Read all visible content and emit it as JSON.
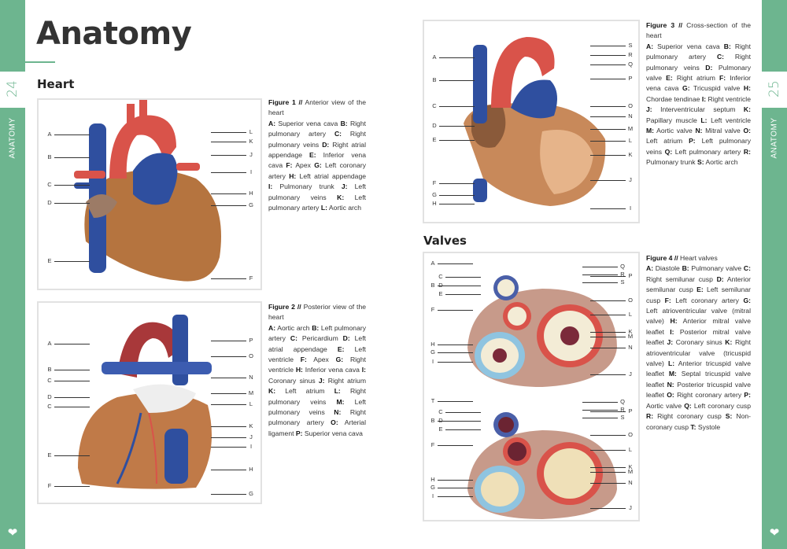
{
  "page_left": {
    "number": "24",
    "section_tab": "ANATOMY",
    "title": "Anatomy",
    "heading": "Heart"
  },
  "page_right": {
    "number": "25",
    "section_tab": "ANATOMY",
    "heading": "Valves"
  },
  "colors": {
    "accent": "#6db58f",
    "artery": "#d9534a",
    "vein": "#2f4f9f",
    "muscle": "#b5743f"
  },
  "icons": {
    "tab_bottom": "heart-icon"
  },
  "figures": [
    {
      "id": "fig1",
      "title": "Figure 1 //",
      "subtitle": "Anterior view of the heart",
      "items": [
        [
          "A:",
          "Superior vena cava"
        ],
        [
          "B:",
          "Right pulmonary artery"
        ],
        [
          "C:",
          "Right pulmonary veins"
        ],
        [
          "D:",
          "Right atrial appendage"
        ],
        [
          "E:",
          "Inferior vena cava"
        ],
        [
          "F:",
          "Apex"
        ],
        [
          "G:",
          "Left coronary artery"
        ],
        [
          "H:",
          "Left atrial appendage"
        ],
        [
          "I:",
          "Pulmonary trunk"
        ],
        [
          "J:",
          "Left pulmonary veins"
        ],
        [
          "K:",
          "Left pulmonary artery"
        ],
        [
          "L:",
          "Aortic arch"
        ]
      ],
      "labels_left": [
        "A",
        "B",
        "C",
        "D",
        "E"
      ],
      "labels_right": [
        "L",
        "K",
        "J",
        "I",
        "H",
        "G",
        "F"
      ]
    },
    {
      "id": "fig2",
      "title": "Figure 2 //",
      "subtitle": "Posterior view of the heart",
      "items": [
        [
          "A:",
          "Aortic arch"
        ],
        [
          "B:",
          "Left pulmonary artery"
        ],
        [
          "C:",
          "Pericardium"
        ],
        [
          "D:",
          "Left atrial appendage"
        ],
        [
          "E:",
          "Left ventricle"
        ],
        [
          "F:",
          "Apex"
        ],
        [
          "G:",
          "Right ventricle"
        ],
        [
          "H:",
          "Inferior vena cava"
        ],
        [
          "I:",
          "Coronary sinus"
        ],
        [
          "J:",
          "Right atrium"
        ],
        [
          "K:",
          "Left atrium"
        ],
        [
          "L:",
          "Right pulmonary veins"
        ],
        [
          "M:",
          "Left pulmonary veins"
        ],
        [
          "N:",
          "Right pulmonary artery"
        ],
        [
          "O:",
          "Arterial ligament"
        ],
        [
          "P:",
          "Superior vena cava"
        ]
      ],
      "labels_left": [
        "A",
        "B",
        "C",
        "D",
        "C",
        "E",
        "F"
      ],
      "labels_right": [
        "P",
        "O",
        "N",
        "M",
        "L",
        "K",
        "J",
        "I",
        "H",
        "G"
      ]
    },
    {
      "id": "fig3",
      "title": "Figure 3 //",
      "subtitle": "Cross-section of the heart",
      "items": [
        [
          "A:",
          "Superior vena cava"
        ],
        [
          "B:",
          "Right pulmonary artery"
        ],
        [
          "C:",
          "Right pulmonary veins"
        ],
        [
          "D:",
          "Pulmonary valve"
        ],
        [
          "E:",
          "Right atrium"
        ],
        [
          "F:",
          "Inferior vena cava"
        ],
        [
          "G:",
          "Tricuspid valve"
        ],
        [
          "H:",
          "Chordae tendinae"
        ],
        [
          "I:",
          "Right ventricle"
        ],
        [
          "J:",
          "Interventricular septum"
        ],
        [
          "K:",
          "Papillary muscle"
        ],
        [
          "L:",
          "Left ventricle"
        ],
        [
          "M:",
          "Aortic valve"
        ],
        [
          "N:",
          "Mitral valve"
        ],
        [
          "O:",
          "Left atrium"
        ],
        [
          "P:",
          "Left pulmonary veins"
        ],
        [
          "Q:",
          "Left pulmonary artery"
        ],
        [
          "R:",
          "Pulmonary trunk"
        ],
        [
          "S:",
          "Aortic arch"
        ]
      ],
      "labels_left": [
        "A",
        "B",
        "C",
        "D",
        "E",
        "F",
        "G",
        "H"
      ],
      "labels_right": [
        "S",
        "R",
        "Q",
        "P",
        "O",
        "N",
        "M",
        "L",
        "K",
        "J",
        "I"
      ]
    },
    {
      "id": "fig4",
      "title": "Figure 4 //",
      "subtitle": "Heart valves",
      "items": [
        [
          "A:",
          "Diastole"
        ],
        [
          "B:",
          "Pulmonary valve"
        ],
        [
          "C:",
          "Right semilunar cusp"
        ],
        [
          "D:",
          "Anterior semilunar cusp"
        ],
        [
          "E:",
          "Left semilunar cusp"
        ],
        [
          "F:",
          "Left coronary artery"
        ],
        [
          "G:",
          "Left atrioventricular valve (mitral valve)"
        ],
        [
          "H:",
          "Anterior mitral valve leaflet"
        ],
        [
          "I:",
          "Posterior mitral valve leaflet"
        ],
        [
          "J:",
          "Coronary sinus"
        ],
        [
          "K:",
          "Right atrioventricular valve (tricuspid valve)"
        ],
        [
          "L:",
          "Anterior tricuspid valve leaflet"
        ],
        [
          "M:",
          "Septal tricuspid valve leaflet"
        ],
        [
          "N:",
          "Posterior tricuspid valve leaflet"
        ],
        [
          "O:",
          "Right coronary artery"
        ],
        [
          "P:",
          "Aortic valve"
        ],
        [
          "Q:",
          "Left coronary cusp"
        ],
        [
          "R:",
          "Right coronary cusp"
        ],
        [
          "S:",
          "Non-coronary cusp"
        ],
        [
          "T:",
          "Systole"
        ]
      ],
      "labels_left": [
        "A",
        "C",
        "B",
        "D",
        "E",
        "F",
        "H",
        "G",
        "I",
        "T",
        "C",
        "B",
        "D",
        "E",
        "F",
        "H",
        "G",
        "I"
      ],
      "labels_right": [
        "Q",
        "R",
        "P",
        "S",
        "O",
        "L",
        "K",
        "M",
        "N",
        "J",
        "Q",
        "R",
        "P",
        "S",
        "O",
        "L",
        "K",
        "M",
        "N",
        "J"
      ]
    }
  ]
}
